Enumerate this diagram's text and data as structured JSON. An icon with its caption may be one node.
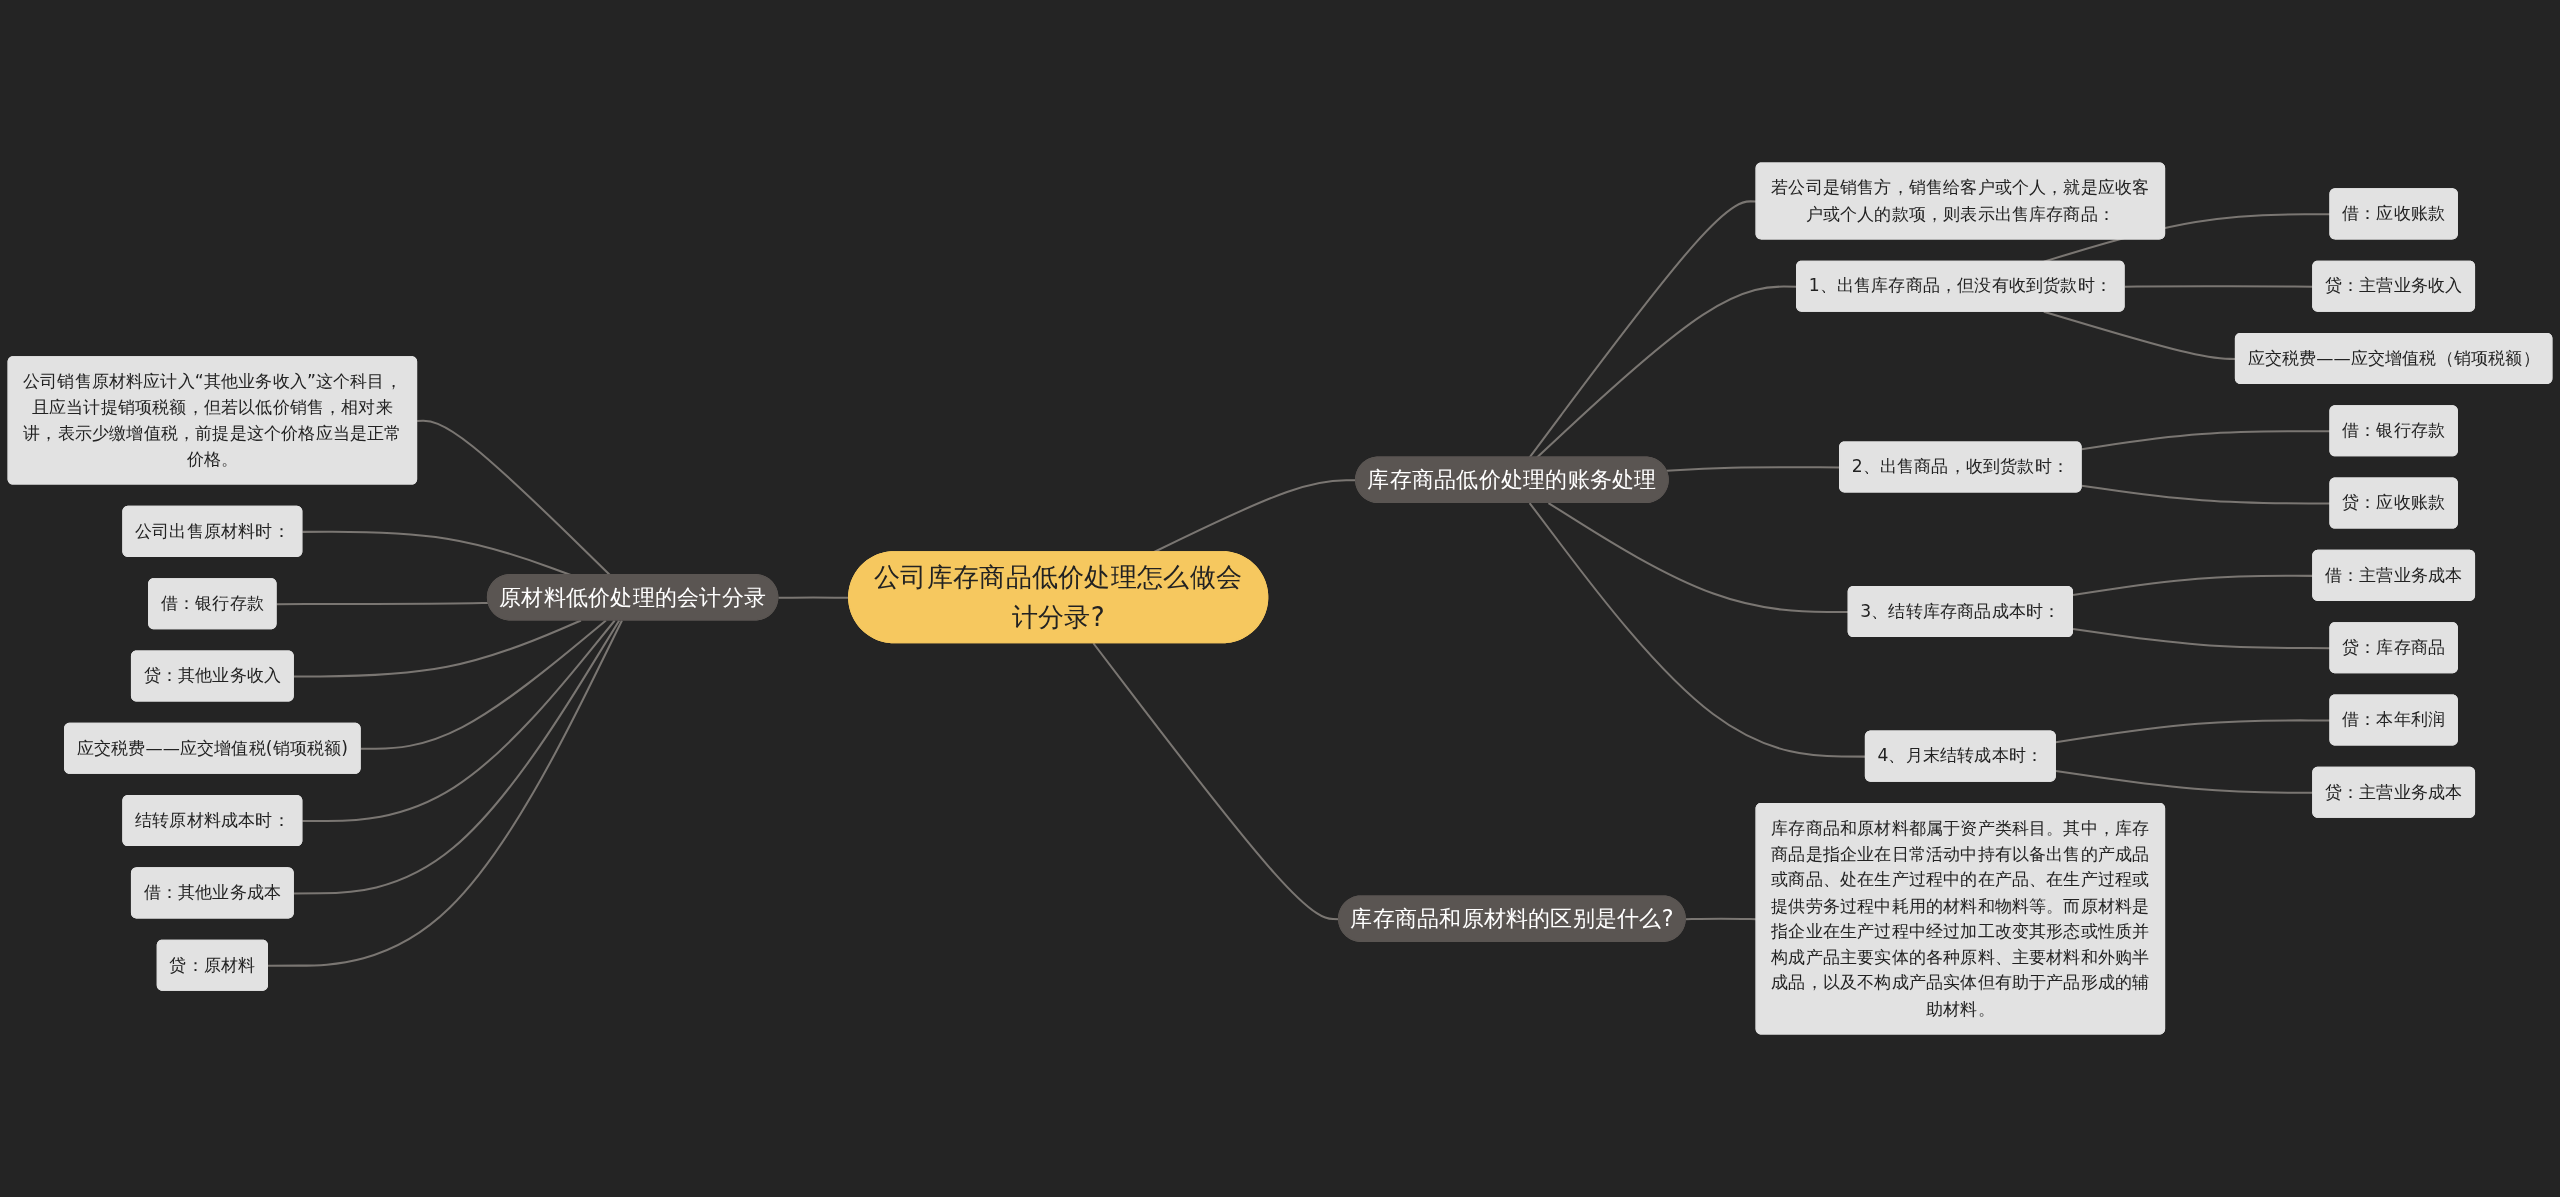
{
  "diagram": {
    "nodes": [
      {
        "text": [
          "公司库存商品低价处理怎么做会计分录?"
        ]
      },
      {
        "text": [
          "库存商品低价处理的账务处理"
        ]
      },
      {
        "text": [
          "若公司是销售方，销售给客户或个人，就是应收客户或个人的款项，则表示出售库存商品："
        ]
      },
      {
        "text": [
          "1、出售库存商品，但没有收到货款时："
        ]
      },
      {
        "text": [
          "借：应收账款"
        ]
      },
      {
        "text": [
          "贷：主营业务收入"
        ]
      },
      {
        "text": [
          "应交税费——应交增值税（销项税额）"
        ]
      },
      {
        "text": [
          "2、出售商品，收到货款时："
        ]
      },
      {
        "text": [
          "借：银行存款"
        ]
      },
      {
        "text": [
          "贷：应收账款"
        ]
      },
      {
        "text": [
          "3、结转库存商品成本时："
        ]
      },
      {
        "text": [
          "借：主营业务成本"
        ]
      },
      {
        "text": [
          "贷：库存商品"
        ]
      },
      {
        "text": [
          "4、月末结转成本时："
        ]
      },
      {
        "text": [
          "借：本年利润"
        ]
      },
      {
        "text": [
          "贷：主营业务成本"
        ]
      },
      {
        "text": [
          "库存商品和原材料的区别是什么?"
        ]
      },
      {
        "text": [
          "库存商品和原材料都属于资产类科目。其中，库存商品是指企业在日常活动中持有以备出售的产成品或商品、处在生产过程中的在产品、在生产过程或提供劳务过程中耗用的材料和物料等。而原材料是指企业在生产过程中经过加工改变其形态或性质并构成产品主要实体的各种原料、主要材料和外购半成品，以及不构成产品实体但有助于产品形成的辅助材料。"
        ]
      },
      {
        "text": [
          "原材料低价处理的会计分录"
        ]
      },
      {
        "text": [
          "公司销售原材料应计入“其他业务收入”这个科目，且应当计提销项税额，但若以低价销售，相对来讲，表示少缴增值税，前提是这个价格应当是正常价格。"
        ]
      },
      {
        "text": [
          "公司出售原材料时："
        ]
      },
      {
        "text": [
          "借：银行存款"
        ]
      },
      {
        "text": [
          "贷：其他业务收入"
        ]
      },
      {
        "text": [
          "应交税费——应交增值税(销项税额)"
        ]
      },
      {
        "text": [
          "结转原材料成本时："
        ]
      },
      {
        "text": [
          "借：其他业务成本"
        ]
      },
      {
        "text": [
          "贷：原材料"
        ]
      }
    ],
    "edges": [
      {
        "from": 0,
        "to": 1,
        "arrow": "none"
      },
      {
        "from": 1,
        "to": 2,
        "arrow": "none"
      },
      {
        "from": 1,
        "to": 3,
        "arrow": "none"
      },
      {
        "from": 3,
        "to": 4,
        "arrow": "none"
      },
      {
        "from": 3,
        "to": 5,
        "arrow": "none"
      },
      {
        "from": 3,
        "to": 6,
        "arrow": "none"
      },
      {
        "from": 1,
        "to": 7,
        "arrow": "none"
      },
      {
        "from": 7,
        "to": 8,
        "arrow": "none"
      },
      {
        "from": 7,
        "to": 9,
        "arrow": "none"
      },
      {
        "from": 1,
        "to": 10,
        "arrow": "none"
      },
      {
        "from": 10,
        "to": 11,
        "arrow": "none"
      },
      {
        "from": 10,
        "to": 12,
        "arrow": "none"
      },
      {
        "from": 1,
        "to": 13,
        "arrow": "none"
      },
      {
        "from": 13,
        "to": 14,
        "arrow": "none"
      },
      {
        "from": 13,
        "to": 15,
        "arrow": "none"
      },
      {
        "from": 0,
        "to": 16,
        "arrow": "none"
      },
      {
        "from": 16,
        "to": 17,
        "arrow": "none"
      },
      {
        "from": 0,
        "to": 18,
        "arrow": "none"
      },
      {
        "from": 18,
        "to": 19,
        "arrow": "none"
      },
      {
        "from": 18,
        "to": 20,
        "arrow": "none"
      },
      {
        "from": 18,
        "to": 21,
        "arrow": "none"
      },
      {
        "from": 18,
        "to": 22,
        "arrow": "none"
      },
      {
        "from": 18,
        "to": 23,
        "arrow": "none"
      },
      {
        "from": 18,
        "to": 24,
        "arrow": "none"
      },
      {
        "from": 18,
        "to": 25,
        "arrow": "none"
      },
      {
        "from": 18,
        "to": 26,
        "arrow": "none"
      }
    ]
  }
}
